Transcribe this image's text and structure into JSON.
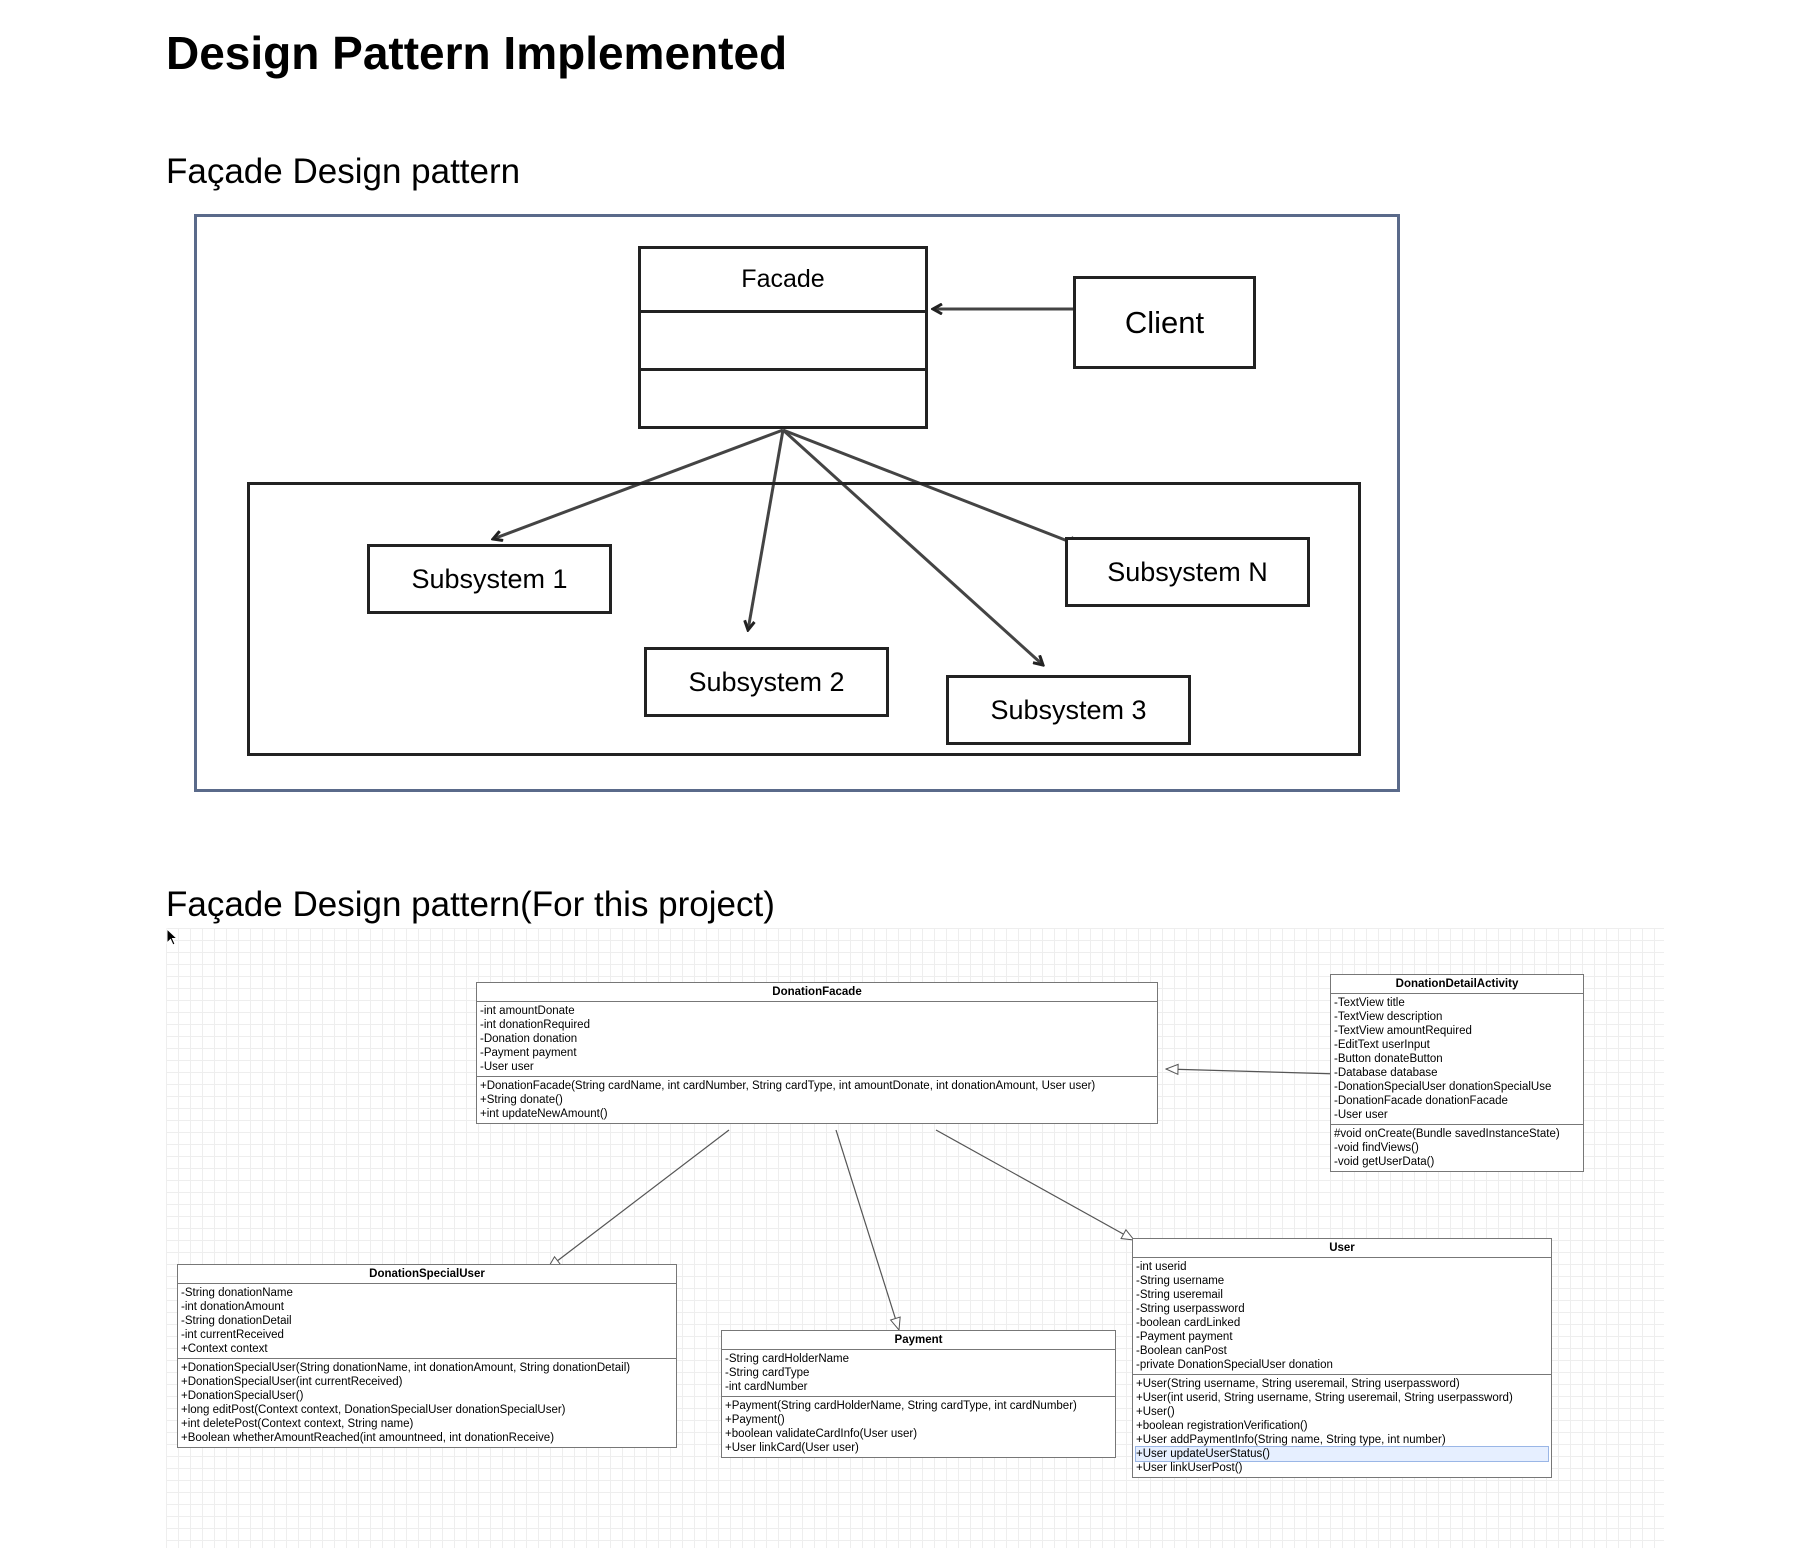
{
  "heading": "Design Pattern Implemented",
  "section1_title": "Façade Design pattern",
  "section2_title": "Façade Design pattern(For this project)",
  "diagram1": {
    "facade": "Facade",
    "client": "Client",
    "subsystems": [
      "Subsystem 1",
      "Subsystem 2",
      "Subsystem 3",
      "Subsystem N"
    ]
  },
  "uml": {
    "donation_facade": {
      "title": "DonationFacade",
      "attributes": [
        "-int amountDonate",
        "-int donationRequired",
        "-Donation donation",
        "-Payment payment",
        "-User user"
      ],
      "operations": [
        "+DonationFacade(String cardName, int cardNumber, String cardType, int amountDonate, int donationAmount, User user)",
        "+String donate()",
        "+int updateNewAmount()"
      ]
    },
    "donation_detail_activity": {
      "title": "DonationDetailActivity",
      "attributes": [
        "-TextView title",
        "-TextView description",
        "-TextView amountRequired",
        "-EditText userInput",
        "-Button donateButton",
        "-Database database",
        "-DonationSpecialUser donationSpecialUse",
        "-DonationFacade donationFacade",
        "-User user"
      ],
      "operations": [
        "#void onCreate(Bundle savedInstanceState)",
        "-void findViews()",
        "-void getUserData()"
      ]
    },
    "donation_special_user": {
      "title": "DonationSpecialUser",
      "attributes": [
        "-String donationName",
        "-int donationAmount",
        "-String donationDetail",
        "-int currentReceived",
        "+Context context"
      ],
      "operations": [
        "+DonationSpecialUser(String donationName, int donationAmount, String donationDetail)",
        "+DonationSpecialUser(int currentReceived)",
        "+DonationSpecialUser()",
        "+long editPost(Context context, DonationSpecialUser donationSpecialUser)",
        "+int deletePost(Context context, String name)",
        "+Boolean whetherAmountReached(int amountneed, int donationReceive)"
      ]
    },
    "payment": {
      "title": "Payment",
      "attributes": [
        "-String cardHolderName",
        "-String cardType",
        "-int cardNumber"
      ],
      "operations": [
        "+Payment(String cardHolderName, String cardType, int cardNumber)",
        "+Payment()",
        "+boolean validateCardInfo(User user)",
        "+User linkCard(User user)"
      ]
    },
    "user": {
      "title": "User",
      "attributes": [
        "-int userid",
        "-String username",
        "-String useremail",
        "-String userpassword",
        "-boolean cardLinked",
        "-Payment payment",
        "-Boolean canPost",
        "-private DonationSpecialUser donation"
      ],
      "operations": [
        "+User(String username, String useremail, String userpassword)",
        "+User(int userid, String username, String useremail, String userpassword)",
        "+User()",
        "+boolean registrationVerification()",
        "+User addPaymentInfo(String name, String type, int number)",
        "+User updateUserStatus()",
        "+User linkUserPost()"
      ]
    }
  }
}
